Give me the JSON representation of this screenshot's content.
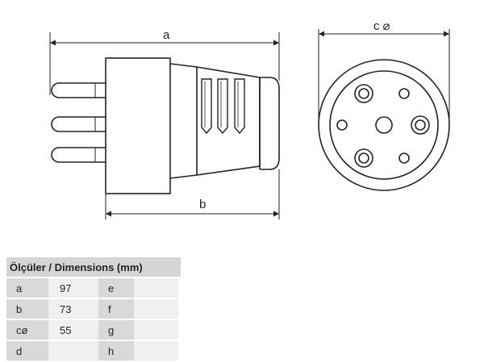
{
  "drawing": {
    "labels": {
      "a": "a",
      "b": "b",
      "c": "c",
      "phi": "⌀"
    }
  },
  "table": {
    "title": "Ölçüler / Dimensions (mm)",
    "rows": [
      {
        "k1": "a",
        "v1": "97",
        "k2": "e",
        "v2": ""
      },
      {
        "k1": "b",
        "v1": "73",
        "k2": "f",
        "v2": ""
      },
      {
        "k1": "cø",
        "v1": "55",
        "k2": "g",
        "v2": ""
      },
      {
        "k1": "d",
        "v1": "",
        "k2": "h",
        "v2": ""
      }
    ]
  }
}
